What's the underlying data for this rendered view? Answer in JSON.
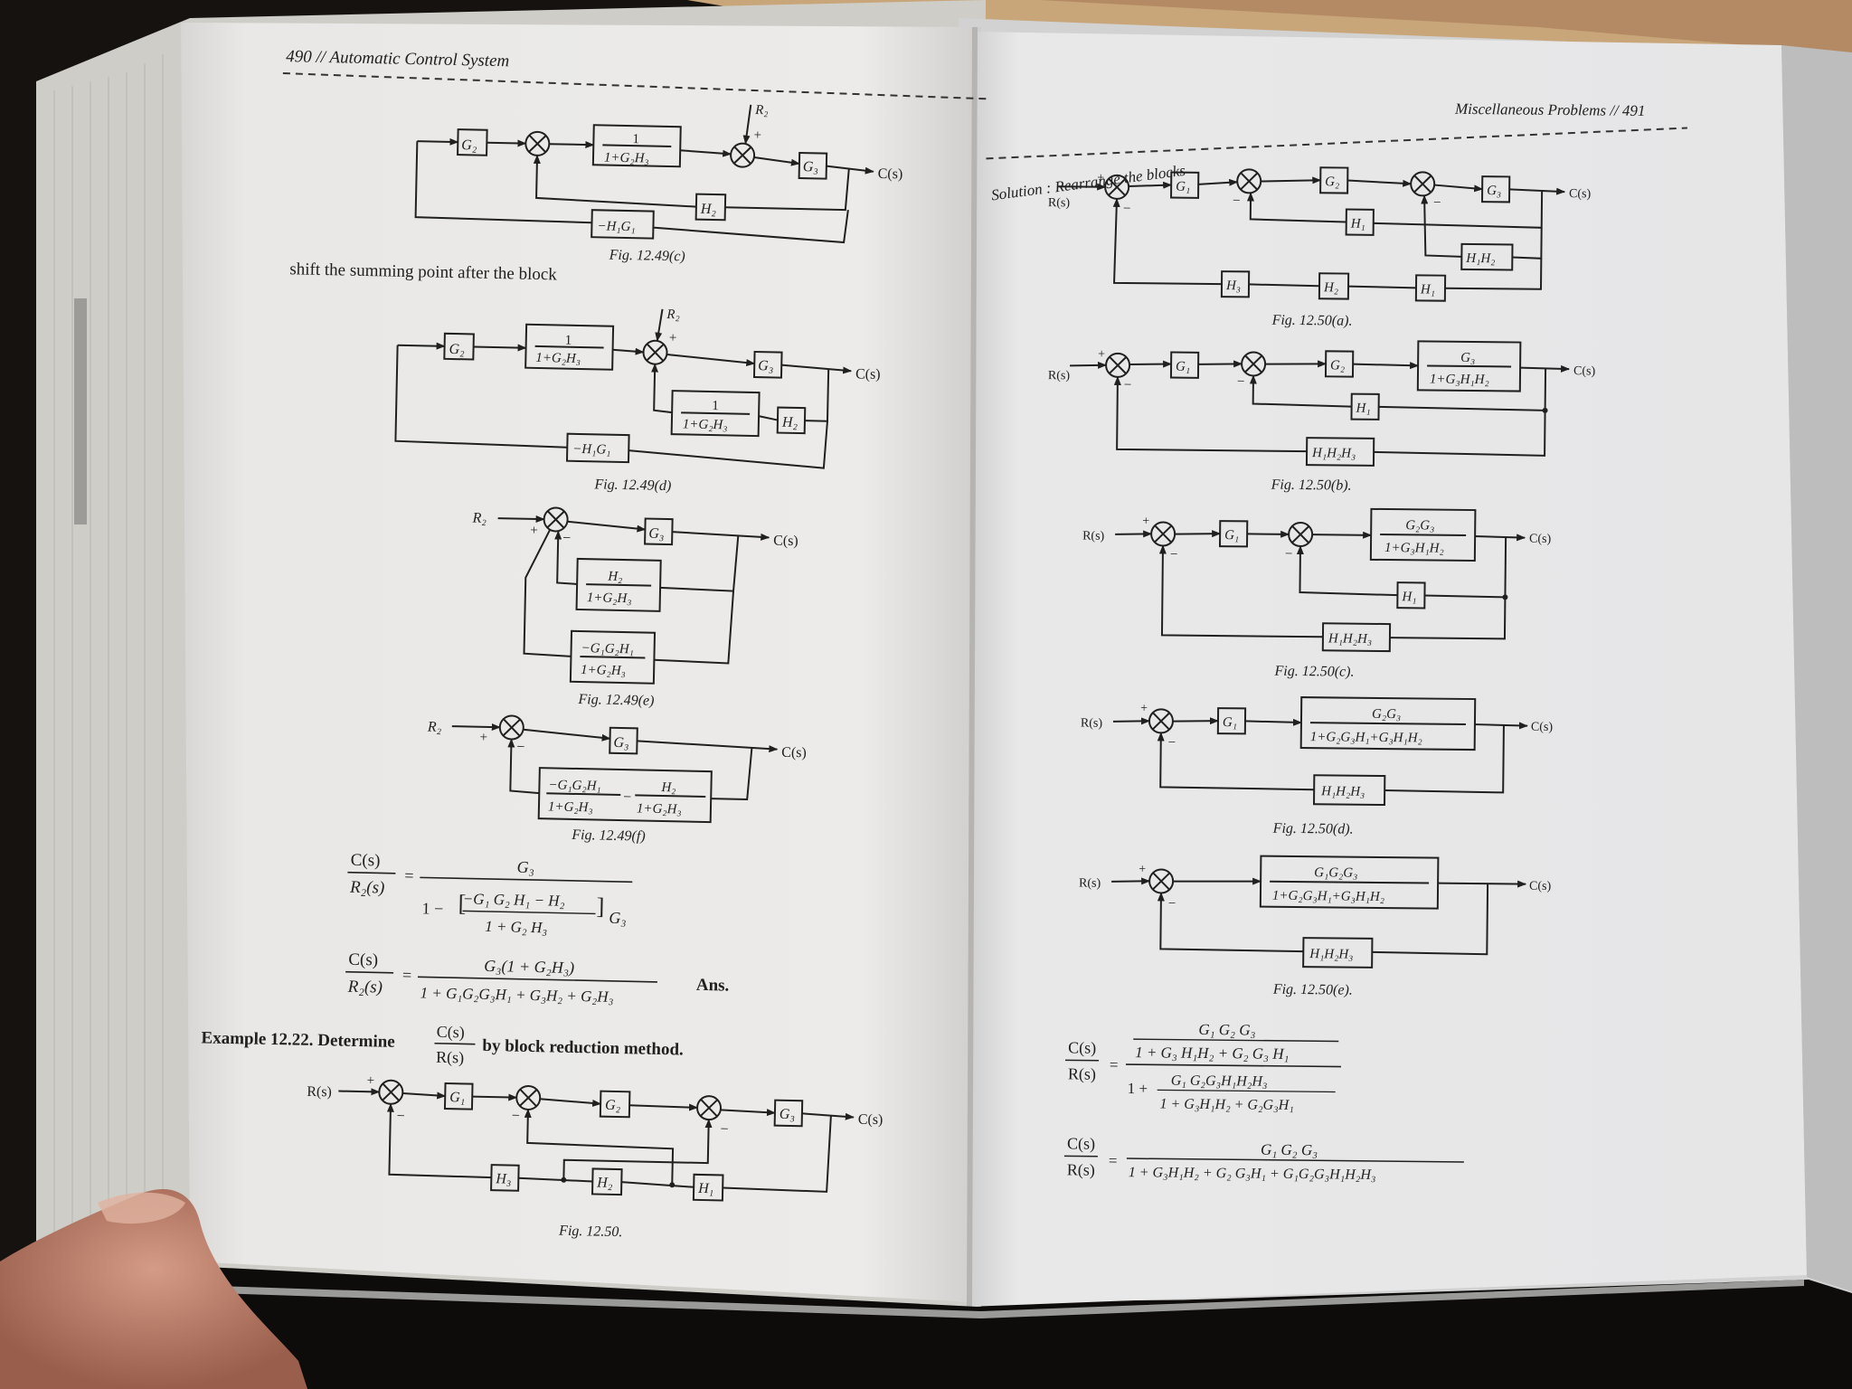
{
  "left_page": {
    "header": "490 // Automatic Control System",
    "fig_c": {
      "caption": "Fig. 12.49(c)",
      "g2": "G₂",
      "block1_num": "1",
      "block1_den": "1+G₂H₃",
      "g3": "G₃",
      "h2": "H₂",
      "feedback": "−H₁G₁",
      "r2": "R₂",
      "output": "C(s)",
      "plus": "+"
    },
    "text_shift": "shift the summing point after the block",
    "fig_d": {
      "caption": "Fig. 12.49(d)",
      "g2": "G₂",
      "block1_num": "1",
      "block1_den": "1+G₂H₃",
      "g3": "G₃",
      "inner_num": "1",
      "inner_den": "1+G₂H₃",
      "h2": "H₂",
      "feedback": "−H₁G₁",
      "r2": "R₂",
      "output": "C(s)",
      "plus": "+"
    },
    "fig_e": {
      "caption": "Fig. 12.49(e)",
      "r2": "R₂",
      "g3": "G₃",
      "output": "C(s)",
      "b1_num": "H₂",
      "b1_den": "1+G₂H₃",
      "b2_num": "−G₁G₂H₁",
      "b2_den": "1+G₂H₃",
      "plus": "+",
      "minus": "−"
    },
    "fig_f": {
      "caption": "Fig. 12.49(f)",
      "r2": "R₂",
      "g3": "G₃",
      "output": "C(s)",
      "f1_num": "−G₁G₂H₁",
      "f1_den": "1+G₂H₃",
      "op": "−",
      "f2_num": "H₂",
      "f2_den": "1+G₂H₃",
      "plus": "+",
      "minus": "−"
    },
    "eq1": {
      "lhs_num": "C(s)",
      "lhs_den": "R₂(s)",
      "eq": "=",
      "num": "G₃",
      "den_prefix": "1 −",
      "inner_num": "−G₁ G₂ H₁ − H₂",
      "inner_den": "1 + G₂ H₃",
      "den_suffix": "G₃"
    },
    "eq2": {
      "lhs_num": "C(s)",
      "lhs_den": "R₂(s)",
      "eq": "=",
      "num": "G₃(1 + G₂H₃)",
      "den": "1 + G₁G₂G₃H₁ + G₃H₂ + G₂H₃",
      "ans": "Ans."
    },
    "example": {
      "prefix": "Example 12.22. Determine",
      "frac_num": "C(s)",
      "frac_den": "R(s)",
      "suffix": "by block reduction method."
    },
    "fig_50": {
      "caption": "Fig. 12.50.",
      "input": "R(s)",
      "output": "C(s)",
      "g1": "G₁",
      "g2": "G₂",
      "g3": "G₃",
      "h3": "H₃",
      "h2": "H₂",
      "h1": "H₁",
      "plus": "+",
      "minus": "−"
    }
  },
  "right_page": {
    "header": "Miscellaneous Problems // 491",
    "solution": "Solution : Rearrange the blocks",
    "fig_a": {
      "caption": "Fig. 12.50(a).",
      "input": "R(s)",
      "output": "C(s)",
      "g1": "G₁",
      "g2": "G₂",
      "g3": "G₃",
      "h1_top": "H₁",
      "h1h2": "H₁H₂",
      "h3": "H₃",
      "h2": "H₂",
      "h1": "H₁",
      "plus": "+",
      "minus": "−"
    },
    "fig_b": {
      "caption": "Fig. 12.50(b).",
      "input": "R(s)",
      "output": "C(s)",
      "g1": "G₁",
      "g2": "G₂",
      "blk_num": "G₃",
      "blk_den": "1+G₃H₁H₂",
      "h1": "H₁",
      "feedback": "H₁H₂H₃",
      "plus": "+",
      "minus": "−"
    },
    "fig_c": {
      "caption": "Fig. 12.50(c).",
      "input": "R(s)",
      "output": "C(s)",
      "g1": "G₁",
      "blk_num": "G₂G₃",
      "blk_den": "1+G₃H₁H₂",
      "h1": "H₁",
      "feedback": "H₁H₂H₃",
      "plus": "+",
      "minus": "−"
    },
    "fig_d": {
      "caption": "Fig. 12.50(d).",
      "input": "R(s)",
      "output": "C(s)",
      "g1": "G₁",
      "blk_num": "G₂G₃",
      "blk_den": "1+G₂G₃H₁+G₃H₁H₂",
      "feedback": "H₁H₂H₃",
      "plus": "+",
      "minus": "−"
    },
    "fig_e": {
      "caption": "Fig. 12.50(e).",
      "input": "R(s)",
      "output": "C(s)",
      "blk_num": "G₁G₂G₃",
      "blk_den": "1+G₂G₃H₁+G₃H₁H₂",
      "feedback": "H₁H₂H₃",
      "plus": "+",
      "minus": "−"
    },
    "eq1": {
      "lhs_num": "C(s)",
      "lhs_den": "R(s)",
      "eq": "=",
      "num_num": "G₁ G₂ G₃",
      "num_den": "1 + G₃ H₁H₂ + G₂ G₃ H₁",
      "den_prefix": "1 +",
      "inner_num": "G₁ G₂G₃H₁H₂H₃",
      "inner_den": "1 + G₃H₁H₂ + G₂G₃H₁"
    },
    "eq2": {
      "lhs_num": "C(s)",
      "lhs_den": "R(s)",
      "eq": "=",
      "num": "G₁ G₂ G₃",
      "den": "1 + G₃H₁H₂ + G₂ G₃H₁ + G₁G₂G₃H₁H₂H₃"
    }
  }
}
